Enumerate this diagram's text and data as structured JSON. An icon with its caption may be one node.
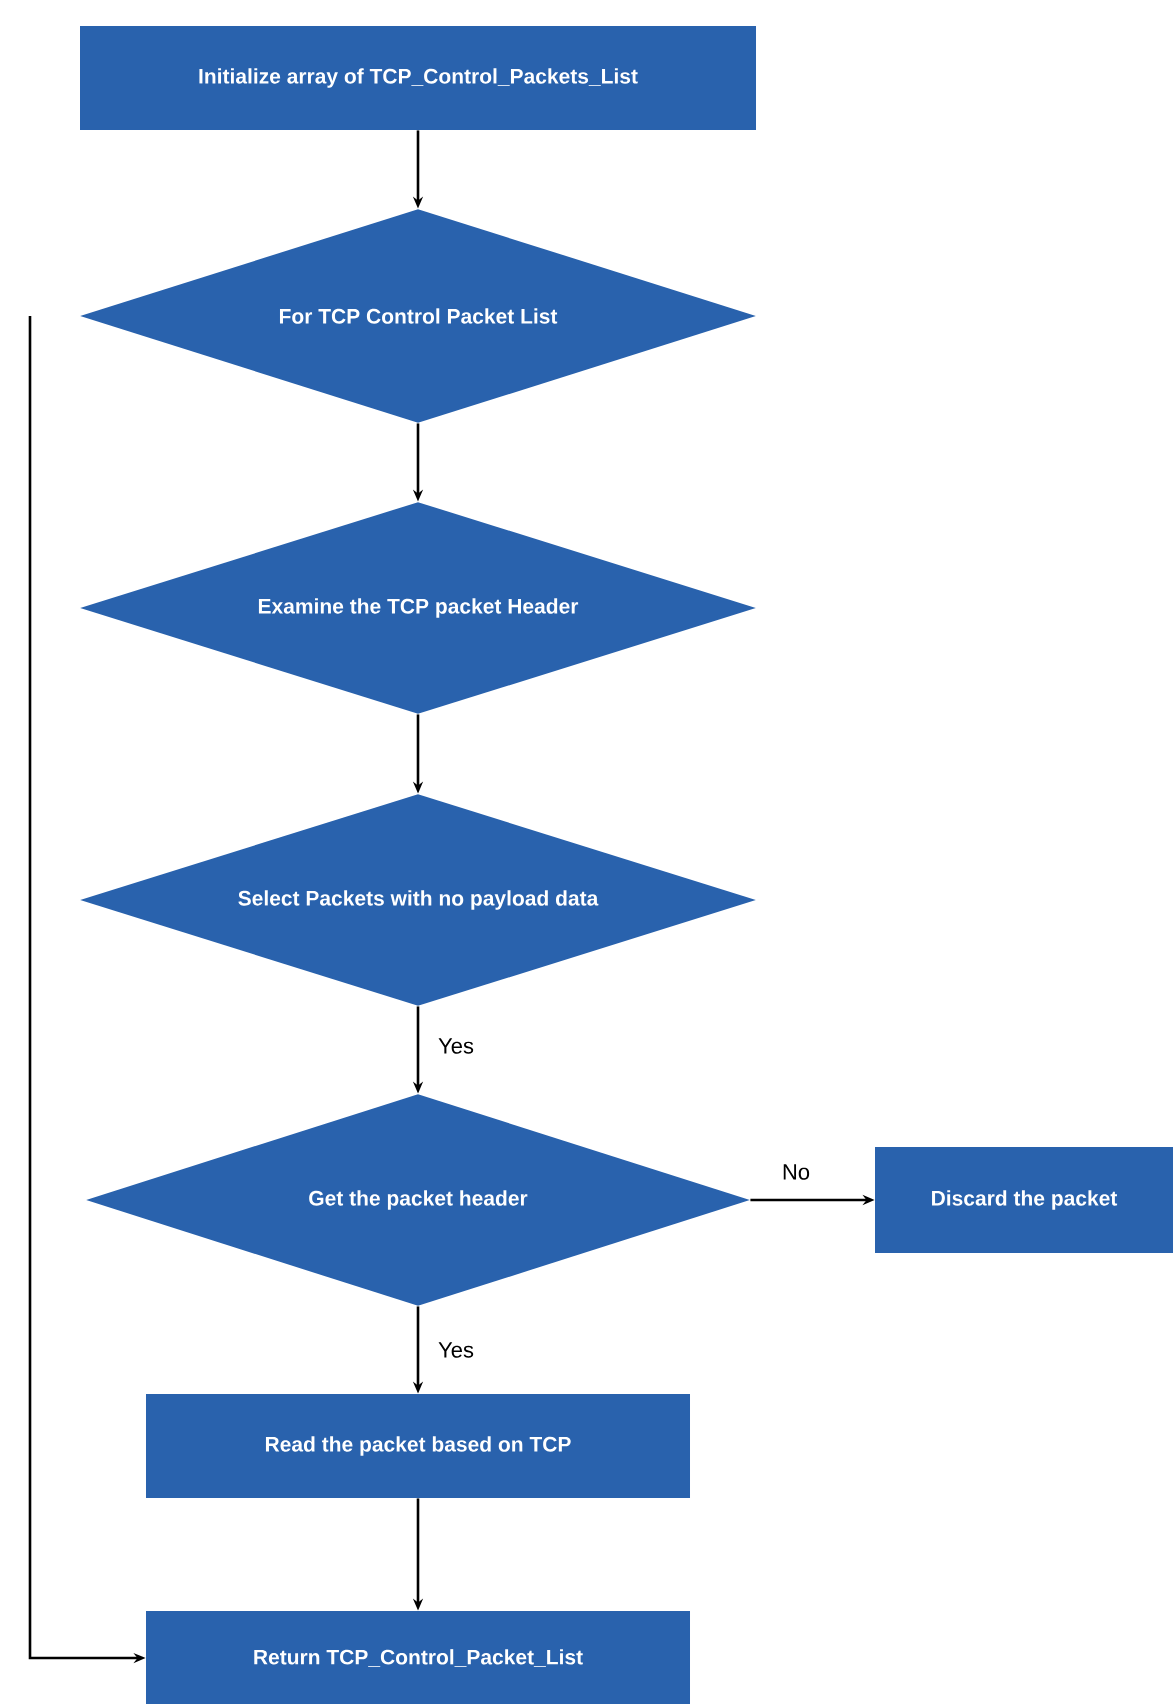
{
  "diagram": {
    "nodes": [
      {
        "text": [
          "Initialize array of TCP_Control_Packets_List"
        ]
      },
      {
        "text": [
          "For TCP Control Packet List"
        ]
      },
      {
        "text": [
          "Examine the TCP packet Header"
        ]
      },
      {
        "text": [
          "Select Packets with no payload data"
        ]
      },
      {
        "text": [
          "Get the packet header"
        ]
      },
      {
        "text": [
          "Discard the packet"
        ]
      },
      {
        "text": [
          "Read the packet based on TCP"
        ]
      },
      {
        "text": [
          "Return TCP_Control_Packet_List"
        ]
      }
    ],
    "edges": [
      {
        "from": 0,
        "to": 1,
        "arrow": "to"
      },
      {
        "from": 1,
        "to": 2,
        "arrow": "to"
      },
      {
        "from": 2,
        "to": 3,
        "arrow": "to"
      },
      {
        "from": 3,
        "to": 4,
        "label": "Yes",
        "arrow": "to"
      },
      {
        "from": 4,
        "to": 5,
        "label": "No",
        "arrow": "to"
      },
      {
        "from": 4,
        "to": 6,
        "label": "Yes",
        "arrow": "to"
      },
      {
        "from": 6,
        "to": 7,
        "arrow": "to"
      },
      {
        "from": 1,
        "to": 7,
        "arrow": "to"
      }
    ]
  }
}
